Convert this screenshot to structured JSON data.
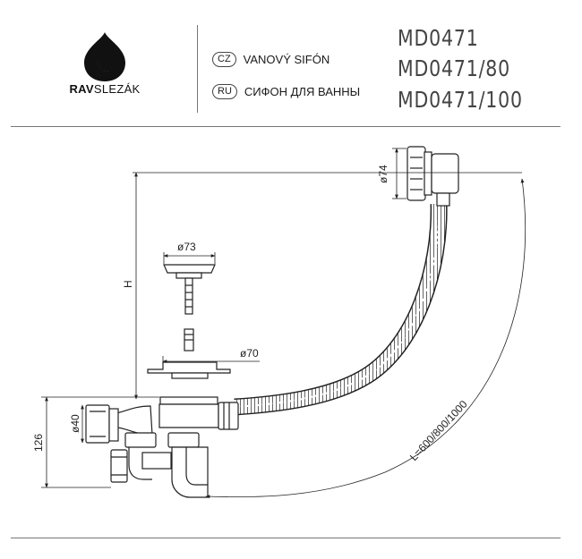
{
  "brand": {
    "part1": "RAV",
    "part2": "SLEZÁK"
  },
  "languages": [
    {
      "code": "CZ",
      "text": "VANOVÝ SIFÓN"
    },
    {
      "code": "RU",
      "text": "СИФОН ДЛЯ ВАННЫ"
    }
  ],
  "models": [
    "MD0471",
    "MD0471/80",
    "MD0471/100"
  ],
  "dimensions": {
    "overflow_diameter": "ø74",
    "plug_diameter": "ø73",
    "outlet_diameter": "ø70",
    "height": "H",
    "pipe_diameter": "ø40",
    "total_height": "126",
    "hose_length": "L=600/800/1000"
  },
  "icons": [
    "water-drop-icon"
  ]
}
